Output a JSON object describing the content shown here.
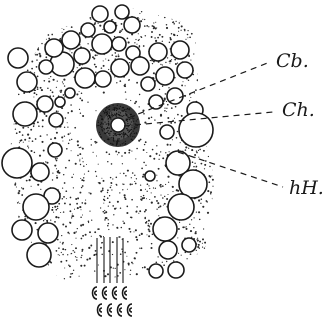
{
  "figure": {
    "labels": [
      {
        "id": "cb",
        "text": "Cb."
      },
      {
        "id": "ch",
        "text": "Ch."
      },
      {
        "id": "hh",
        "text": "hH."
      }
    ],
    "ink_color": "#1a1a1a",
    "paper_color": "#ffffff"
  }
}
